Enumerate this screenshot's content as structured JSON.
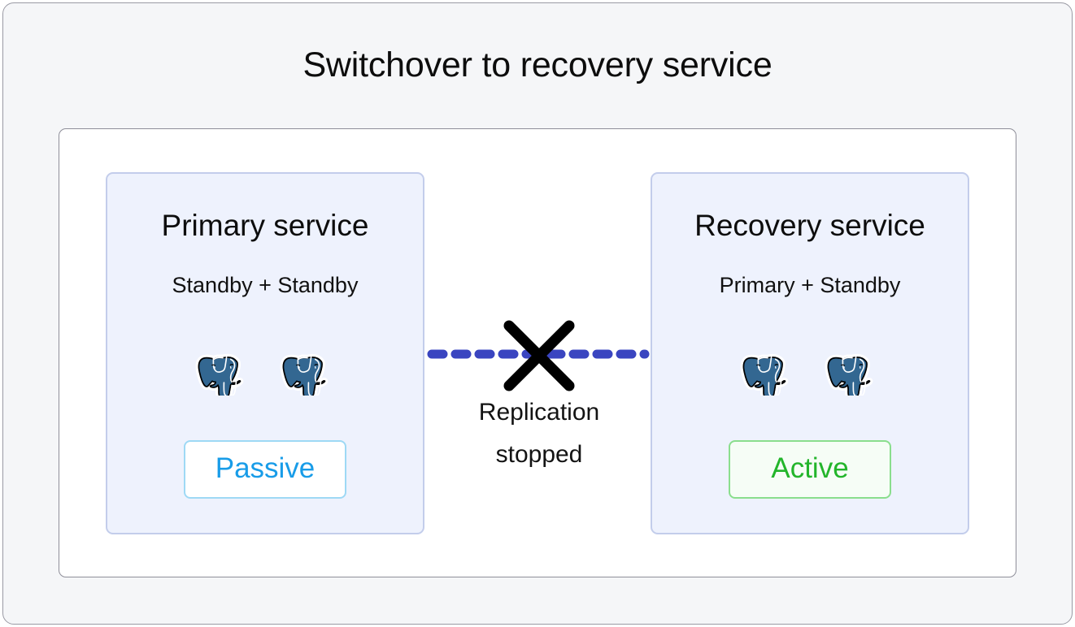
{
  "figure": {
    "title": "Switchover to recovery service",
    "background_color": "#f5f6f8",
    "panel_color": "#ffffff",
    "border_color": "#9a9aa4"
  },
  "services": [
    {
      "id": "primary-service",
      "title": "Primary service",
      "subtitle": "Standby + Standby",
      "nodes": [
        {
          "icon": "postgresql-elephant-icon",
          "role": "Standby"
        },
        {
          "icon": "postgresql-elephant-icon",
          "role": "Standby"
        }
      ],
      "status": "Passive",
      "status_kind": "passive",
      "status_text_color": "#189ce8",
      "status_border_color": "#9ed9f5",
      "card_color": "#eef2fd",
      "card_border_color": "#c3cdeb"
    },
    {
      "id": "recovery-service",
      "title": "Recovery service",
      "subtitle": "Primary + Standby",
      "nodes": [
        {
          "icon": "postgresql-elephant-icon",
          "role": "Primary"
        },
        {
          "icon": "postgresql-elephant-icon",
          "role": "Standby"
        }
      ],
      "status": "Active",
      "status_kind": "active",
      "status_text_color": "#23b52b",
      "status_border_color": "#8ade8d",
      "card_color": "#eef2fd",
      "card_border_color": "#c3cdeb"
    }
  ],
  "replication": {
    "label_line1": "Replication",
    "label_line2": "stopped",
    "line_style": "dashed",
    "line_color": "#3a45c0",
    "break_marker_icon": "x-cross-icon",
    "break_marker_color": "#000000"
  },
  "icons": {
    "postgres": "postgresql-elephant-icon",
    "cross": "x-cross-icon"
  },
  "node_colors": {
    "elephant_body": "#336791",
    "elephant_outline": "#000000",
    "elephant_highlight": "#ffffff"
  }
}
